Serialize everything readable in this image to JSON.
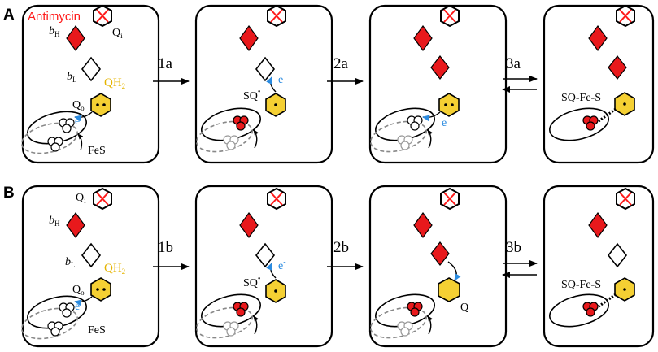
{
  "colors": {
    "heme": "#e8191c",
    "quinone": "#f5d033",
    "electron": "#2b8be0",
    "inhibitor": "#ff1a1a",
    "qh2_text": "#e5b400"
  },
  "rows": [
    {
      "label": "A",
      "steps": [
        {
          "label": "1a",
          "kind": "forward"
        },
        {
          "label": "2a",
          "kind": "forward"
        },
        {
          "label": "3a",
          "kind": "equilibrium"
        }
      ]
    },
    {
      "label": "B",
      "steps": [
        {
          "label": "1b",
          "kind": "forward"
        },
        {
          "label": "2b",
          "kind": "forward"
        },
        {
          "label": "3b",
          "kind": "equilibrium"
        }
      ]
    }
  ],
  "labels": {
    "antimycin": "Antimycin",
    "qi": "Q",
    "qi_sub": "i",
    "bh": "b",
    "bh_sub": "H",
    "bl": "b",
    "bl_sub": "L",
    "qh2": "QH",
    "qh2_sub": "2",
    "qo": "Q",
    "qo_sub": "o",
    "electron": "e",
    "electron_sup": "-",
    "fes": "FeS",
    "sq": "SQ",
    "sq_sup": "•",
    "sq_fes": "SQ-Fe-S",
    "q": "Q"
  },
  "icons": {
    "inhibitor": "crossed-hexagon-icon",
    "heme_bh": "red-diamond-icon",
    "heme_bl": "diamond-icon",
    "quinone": "hexagon-icon",
    "fes_cluster": "fes-cluster-icon"
  }
}
